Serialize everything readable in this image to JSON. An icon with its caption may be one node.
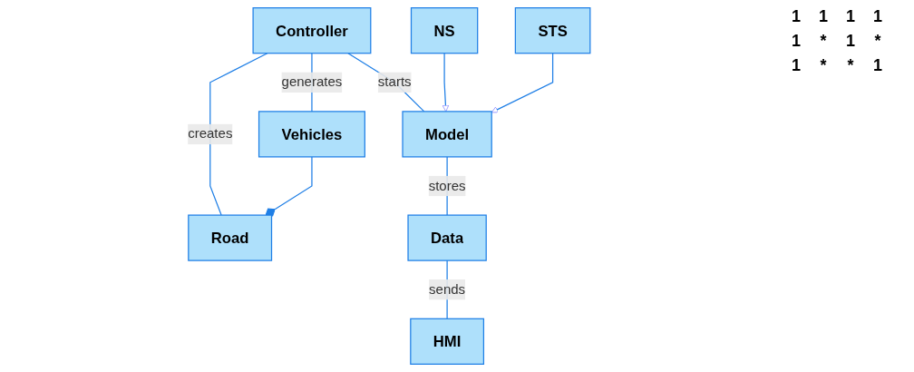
{
  "diagram": {
    "nodes": [
      {
        "text": [
          "Controller"
        ]
      },
      {
        "text": [
          "Road"
        ]
      },
      {
        "text": [
          "Vehicles"
        ]
      },
      {
        "text": [
          "Model"
        ]
      },
      {
        "text": [
          "Data"
        ]
      },
      {
        "text": [
          "NS"
        ]
      },
      {
        "text": [
          "STS"
        ]
      },
      {
        "text": [
          "HMI"
        ]
      }
    ],
    "edges": [
      {
        "from": 0,
        "to": 1,
        "arrow": "none",
        "label": "creates"
      },
      {
        "from": 0,
        "to": 2,
        "arrow": "none",
        "label": "generates"
      },
      {
        "from": 0,
        "to": 3,
        "arrow": "none",
        "label": "starts"
      },
      {
        "from": 2,
        "to": 1,
        "arrow": "other"
      },
      {
        "from": 3,
        "to": 4,
        "arrow": "none",
        "label": "stores"
      },
      {
        "from": 4,
        "to": 7,
        "arrow": "none",
        "label": "sends"
      },
      {
        "from": 5,
        "to": 3,
        "arrow": "to"
      },
      {
        "from": 6,
        "to": 3,
        "arrow": "to"
      }
    ],
    "labels": [
      "1",
      "1",
      "1",
      "1",
      "1",
      "*",
      "1",
      "*",
      "1",
      "*",
      "*",
      "1"
    ]
  }
}
